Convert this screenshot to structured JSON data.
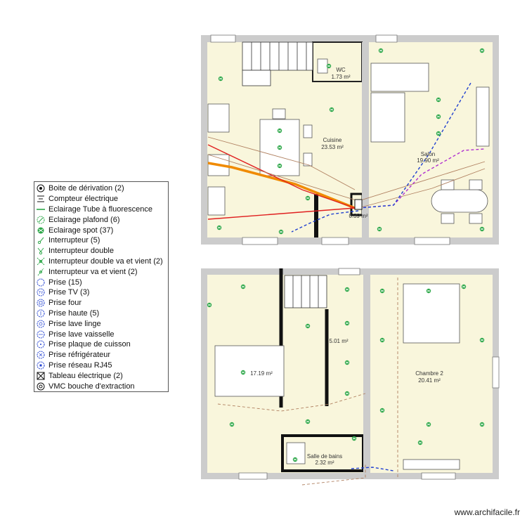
{
  "rooms": {
    "wc": {
      "name": "WC",
      "area": "1.73 m²"
    },
    "cuisine": {
      "name": "Cuisine",
      "area": "23.53 m²"
    },
    "salon": {
      "name": "Salon",
      "area": "19.90 m²"
    },
    "degagement": {
      "area": "0.39 m²"
    },
    "palier": {
      "area": "5.01 m²"
    },
    "chambre1": {
      "area": "17.19 m²"
    },
    "chambre2": {
      "name": "Chambre 2",
      "area": "20.41 m²"
    },
    "sdb": {
      "name": "Salle de bains",
      "area": "2.32 m²"
    }
  },
  "legend": [
    {
      "label": "Boite de dérivation (2)",
      "icon": "junction-box-icon"
    },
    {
      "label": "Compteur électrique",
      "icon": "meter-icon"
    },
    {
      "label": "Eclairage Tube à fluorescence",
      "icon": "fluorescent-tube-icon"
    },
    {
      "label": "Eclairage plafond (6)",
      "icon": "ceiling-light-icon"
    },
    {
      "label": "Eclairage spot (37)",
      "icon": "spot-light-icon"
    },
    {
      "label": "Interrupteur (5)",
      "icon": "switch-icon"
    },
    {
      "label": "Interrupteur double",
      "icon": "double-switch-icon"
    },
    {
      "label": "Interrupteur double va et vient (2)",
      "icon": "double-two-way-switch-icon"
    },
    {
      "label": "Interrupteur va et vient (2)",
      "icon": "two-way-switch-icon"
    },
    {
      "label": "Prise (15)",
      "icon": "outlet-icon"
    },
    {
      "label": "Prise TV (3)",
      "icon": "tv-outlet-icon"
    },
    {
      "label": "Prise four",
      "icon": "oven-outlet-icon"
    },
    {
      "label": "Prise haute (5)",
      "icon": "high-outlet-icon"
    },
    {
      "label": "Prise lave linge",
      "icon": "washer-outlet-icon"
    },
    {
      "label": "Prise lave vaisselle",
      "icon": "dishwasher-outlet-icon"
    },
    {
      "label": "Prise plaque de cuisson",
      "icon": "cooktop-outlet-icon"
    },
    {
      "label": "Prise réfrigérateur",
      "icon": "fridge-outlet-icon"
    },
    {
      "label": "Prise réseau RJ45",
      "icon": "rj45-outlet-icon"
    },
    {
      "label": "Tableau électrique (2)",
      "icon": "electrical-panel-icon"
    },
    {
      "label": "VMC bouche d'extraction",
      "icon": "vmc-icon"
    }
  ],
  "watermark": "www.archifacile.fr",
  "colors": {
    "floor": "#f9f6dc",
    "wall": "#cccccc",
    "spot": "#2ea84a",
    "red_wire": "#e02020",
    "orange_wire": "#f08a00",
    "blue_wire": "#2040d0",
    "purple_wire": "#b030d0",
    "brown_wire": "#b08060"
  }
}
